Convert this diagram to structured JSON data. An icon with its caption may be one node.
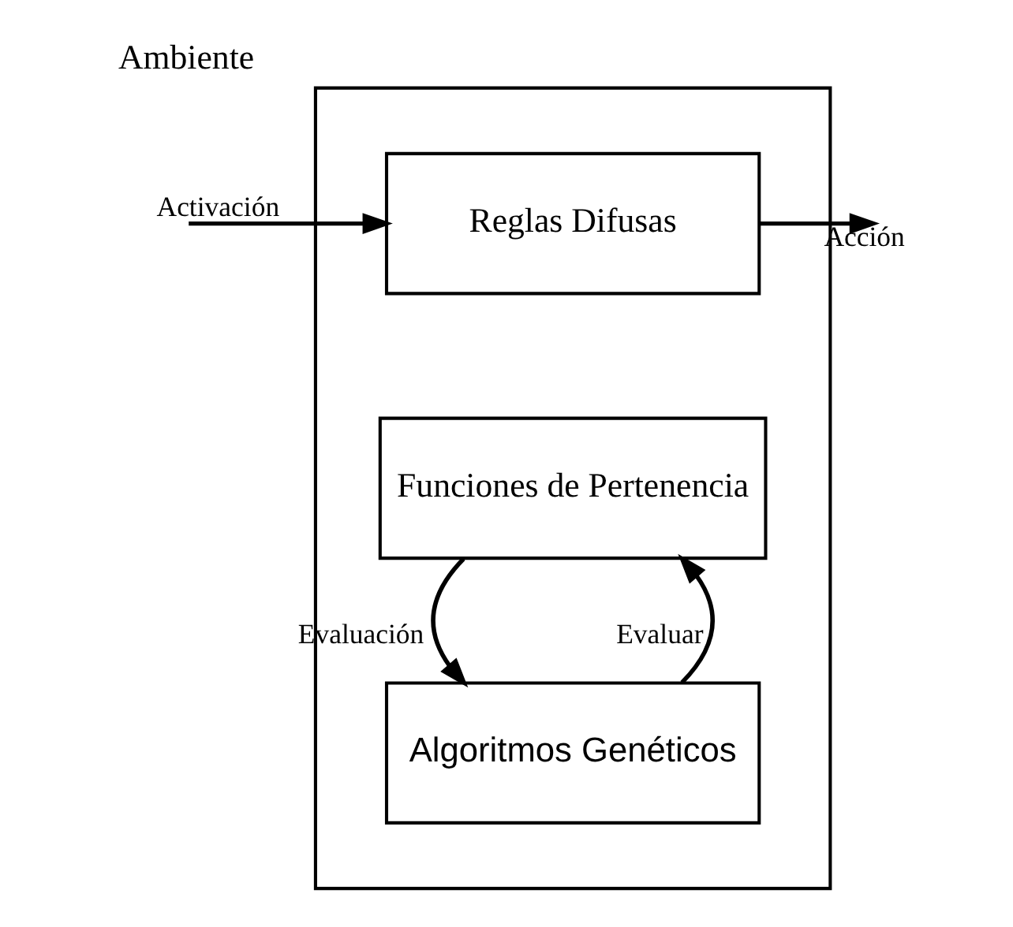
{
  "diagram": {
    "nodes": [
      {
        "text": [],
        "shape": "box"
      },
      {
        "text": [
          "Reglas Difusas"
        ],
        "in": 0
      },
      {
        "text": [
          "Funciones de Pertenencia"
        ],
        "in": 0
      },
      {
        "text": [
          "Algoritmos Genéticos"
        ],
        "in": 0
      }
    ],
    "edges": [
      {
        "from": null,
        "to": 1,
        "arrow": "to",
        "label": "Activación"
      },
      {
        "from": 1,
        "to": null,
        "arrow": "to",
        "label": "Acción"
      },
      {
        "from": 3,
        "to": 2,
        "arrow": "to",
        "label": "Evaluar"
      },
      {
        "from": 2,
        "to": 3,
        "arrow": "to",
        "label": "Evaluación"
      }
    ],
    "labels": [
      "Ambiente"
    ]
  }
}
